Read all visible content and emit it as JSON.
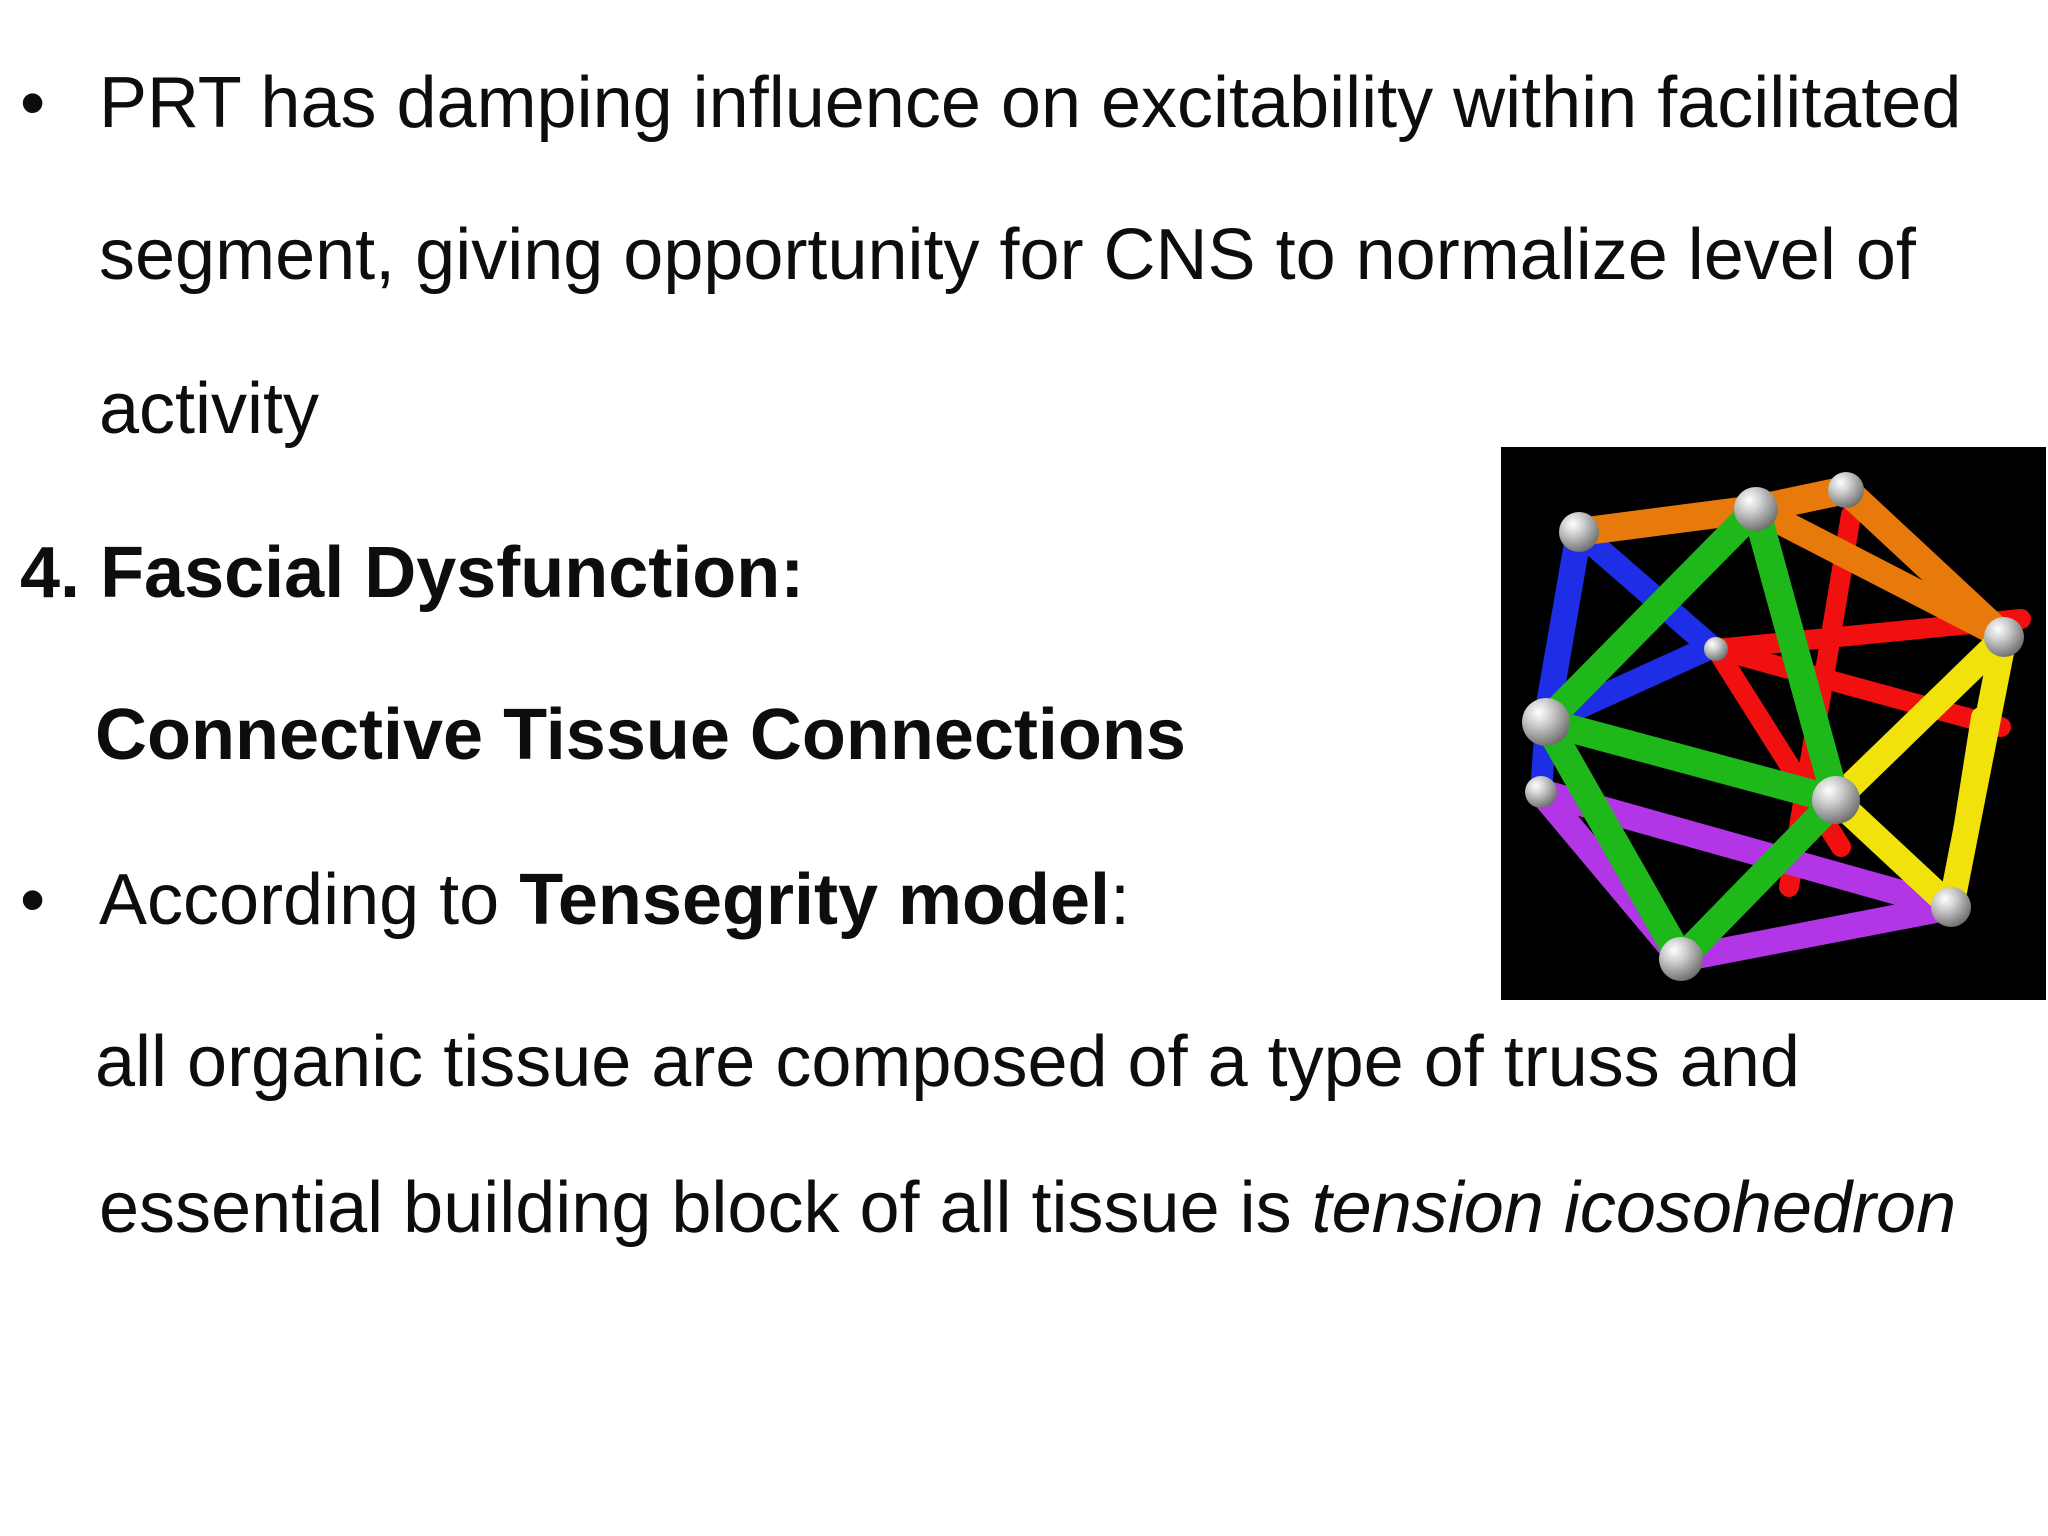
{
  "bullet_glyph": "•",
  "bullet1": {
    "line1": "PRT has damping influence on excitability within facilitated",
    "line2": "segment, giving opportunity for CNS to normalize level of",
    "line3": "activity"
  },
  "heading": {
    "number": "4.",
    "title": "Fascial Dysfunction:",
    "subtitle": "Connective Tissue Connections"
  },
  "bullet2": {
    "prefix": "According to ",
    "bold_term": "Tensegrity model",
    "suffix": ":",
    "line2": "all organic tissue are composed of a type of truss and",
    "line3_prefix": "essential building block of all tissue is ",
    "line3_italic": "tension icosohedron"
  },
  "figure": {
    "icon": "tensegrity-icosahedron-model",
    "colors": {
      "background": "#000000",
      "orange": "#e87a0c",
      "blue": "#1e2ee6",
      "green": "#1fb81a",
      "red": "#f01010",
      "yellow": "#f2e20c",
      "purple": "#b235e6",
      "node": "#b8b8b8"
    }
  }
}
